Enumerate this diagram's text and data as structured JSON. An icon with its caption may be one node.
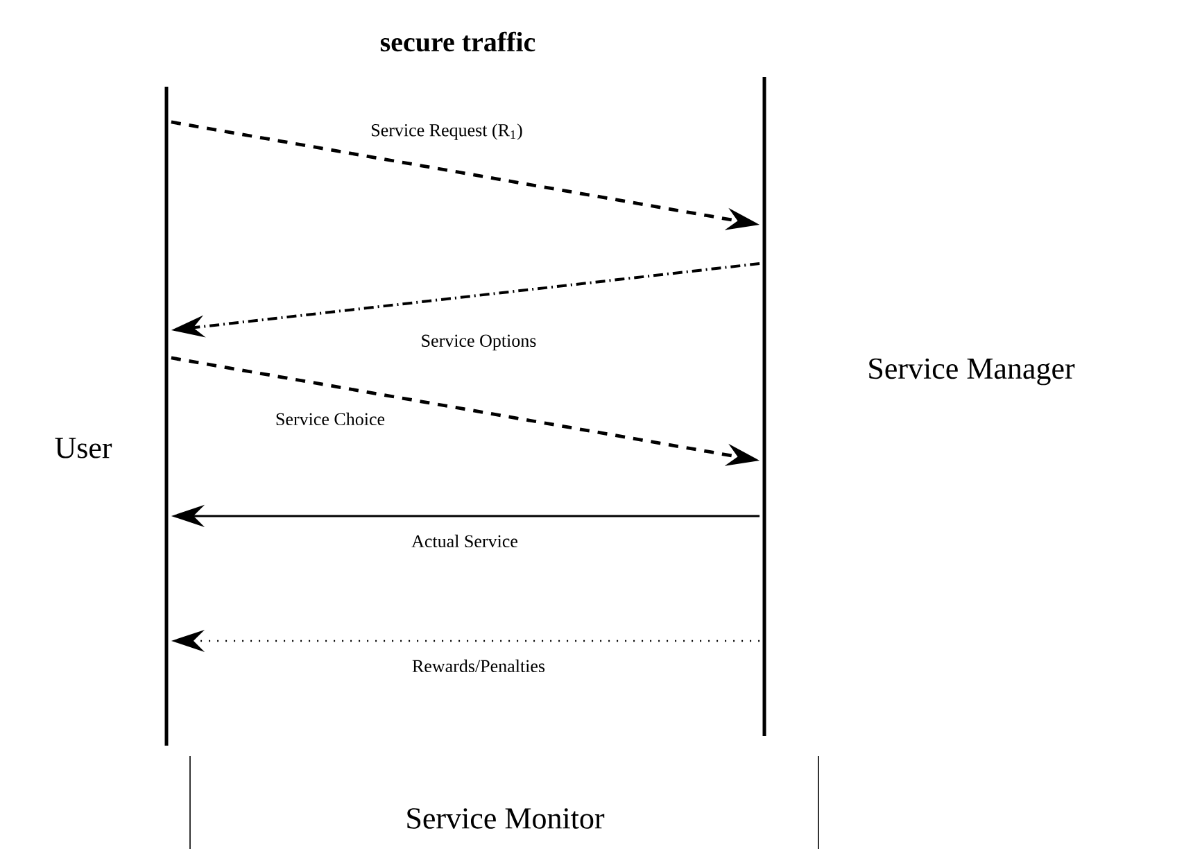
{
  "diagram": {
    "title": "secure traffic",
    "nodes": [
      {
        "text": [
          "User"
        ]
      },
      {
        "text": [
          "Service Manager"
        ]
      },
      {
        "text": [],
        "shape": "bar"
      },
      {
        "text": [],
        "shape": "bar"
      },
      {
        "text": [
          "Service Monitor"
        ]
      }
    ],
    "edges": [
      {
        "from": 2,
        "to": 3,
        "arrow": "to",
        "label": "Service Request (R$_{1}$)",
        "style": "dashed"
      },
      {
        "from": 3,
        "to": 2,
        "arrow": "to",
        "label": "Service Options",
        "style": "dashed"
      },
      {
        "from": 2,
        "to": 3,
        "arrow": "to",
        "label": "Service Choice",
        "style": "dashed"
      },
      {
        "from": 3,
        "to": 2,
        "arrow": "to",
        "label": "Actual Service"
      },
      {
        "from": 3,
        "to": 2,
        "arrow": "to",
        "label": "Rewards/Penalties",
        "style": "dashed"
      }
    ]
  }
}
